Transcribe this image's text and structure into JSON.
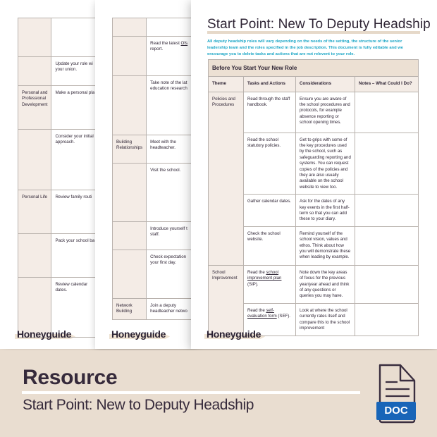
{
  "pages": {
    "back_left": {
      "rows": [
        {
          "theme": "",
          "task": ""
        },
        {
          "theme": "",
          "task": "Update your role wi\nyour union."
        },
        {
          "theme": "Personal and\nProfessional\nDevelopment",
          "task": "Make a personal pla"
        },
        {
          "theme": "",
          "task": "Consider your initial\napproach."
        },
        {
          "theme": "Personal Life",
          "task": "Review family routi"
        },
        {
          "theme": "",
          "task": "Pack your school ba"
        },
        {
          "theme": "",
          "task": "Review calendar\ndates."
        }
      ],
      "logo": "Honeyguide"
    },
    "back_middle": {
      "rows": [
        {
          "theme": "",
          "task": ""
        },
        {
          "theme": "",
          "task": "Read the latest Ofs\nreport."
        },
        {
          "theme": "",
          "task": "Take note of the lat\neducation research"
        },
        {
          "theme": "Building\nRelationships",
          "task": "Meet with the\nheadteacher."
        },
        {
          "theme": "",
          "task": "Visit the school."
        },
        {
          "theme": "",
          "task": "Introduce yourself t\nstaff."
        },
        {
          "theme": "",
          "task": "Check expectation\nyour first day."
        },
        {
          "theme": "Network\nBuilding",
          "task": "Join a deputy\nheadteacher netwo"
        }
      ],
      "logo": "Honeyguide"
    },
    "front": {
      "title": "Start Point: New To Deputy Headship",
      "intro": "All deputy headship roles will vary depending on the needs of the setting, the structure of the senior leadership team and the roles specified in the job description. This document is fully editable and we encourage you to delete tasks and actions that are not relevent to your role.",
      "section_title": "Before You Start Your New Role",
      "columns": [
        "Theme",
        "Tasks and Actions",
        "Considerations",
        "Notes – What Could I Do?"
      ],
      "rows": [
        {
          "theme": "Policies and Procedures",
          "task": "Read through the staff handbook.",
          "consideration": "Ensure you are aware of the school procedures and protocols, for example absence reporting or school opening times.",
          "notes": ""
        },
        {
          "theme": "",
          "task": "Read the school statutory policies.",
          "consideration": "Get to grips with some of the key procedures used by the school, such as safeguarding reporting and systems. You can request copies of the policies and they are also usually available on the school website to view too.",
          "notes": ""
        },
        {
          "theme": "",
          "task": "Gather calendar dates.",
          "consideration": "Ask for the dates of any key events in the first half-term so that you can add these to your diary.",
          "notes": ""
        },
        {
          "theme": "",
          "task": "Check the school website.",
          "consideration": "Remind yourself of the school vision, values and ethos. Think about how you will demonstrate these when leading by example.",
          "notes": ""
        },
        {
          "theme": "School Improvement",
          "task_pre": "Read the ",
          "task_link": "school improvement plan",
          "task_post": " (SIP).",
          "consideration": "Note down the key areas of focus for the previous year/year ahead and think of any questions or queries you may have.",
          "notes": ""
        },
        {
          "theme": "",
          "task_pre": "Read the ",
          "task_link": "self-evaluation form",
          "task_post": " (SEF).",
          "consideration": "Look at where the school currently rates itself and compare this to the school improvement",
          "notes": ""
        }
      ],
      "logo": "Honeyguide"
    }
  },
  "footer": {
    "label": "Resource",
    "title": "Start Point: New to Deputy Headship",
    "file_type": "DOC",
    "file_icon": "document-icon"
  },
  "colors": {
    "background": "#e9ddd0",
    "intro_text": "#1ba6c6",
    "theme_cell": "#f4ece6",
    "section_header": "#ece0d3",
    "doc_badge": "#1865b8",
    "heading_text": "#362a3b"
  }
}
